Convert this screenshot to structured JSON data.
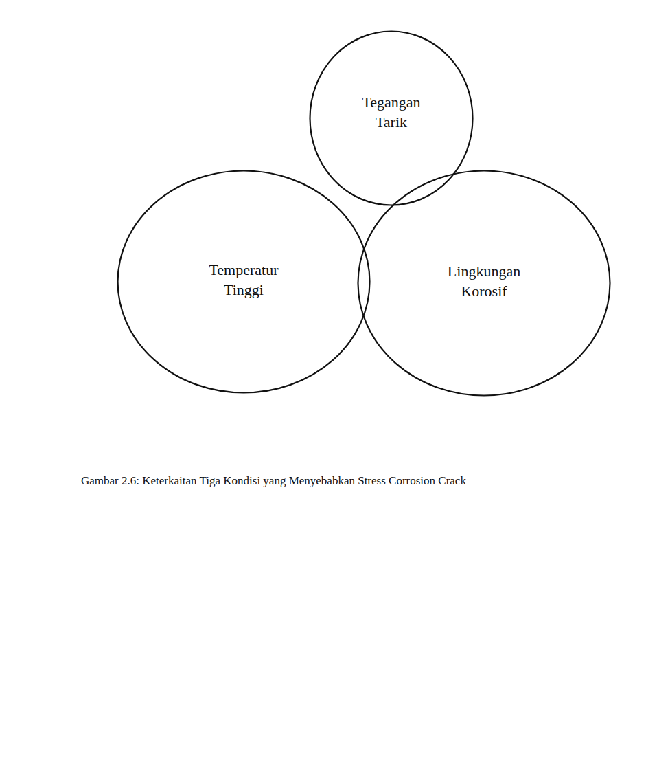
{
  "diagram": {
    "caption": "Gambar 2.6: Keterkaitan Tiga Kondisi yang Menyebabkan Stress Corrosion Crack",
    "nodes": [
      {
        "text": [
          "Tegangan Tarik"
        ]
      },
      {
        "text": [
          "Temperatur Tinggi"
        ]
      },
      {
        "text": [
          "Lingkungan Korosif"
        ]
      }
    ]
  }
}
